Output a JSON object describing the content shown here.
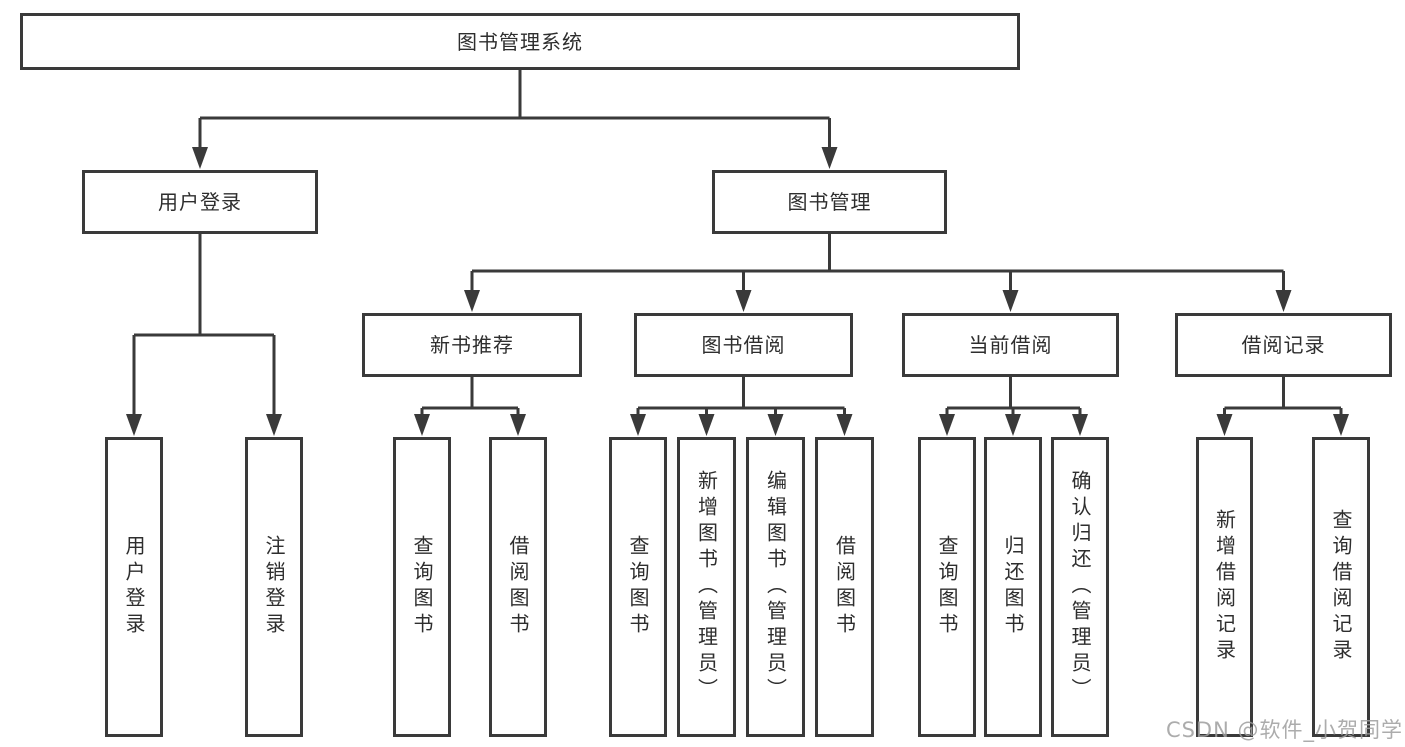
{
  "diagram": {
    "title": "图书管理系统",
    "type": "hierarchy",
    "nodes": [
      {
        "id": "root",
        "label": "图书管理系统",
        "parent": null,
        "orientation": "h"
      },
      {
        "id": "login",
        "label": "用户登录",
        "parent": "root",
        "orientation": "h"
      },
      {
        "id": "bookmgmt",
        "label": "图书管理",
        "parent": "root",
        "orientation": "h"
      },
      {
        "id": "newbook",
        "label": "新书推荐",
        "parent": "bookmgmt",
        "orientation": "h"
      },
      {
        "id": "borrow",
        "label": "图书借阅",
        "parent": "bookmgmt",
        "orientation": "h"
      },
      {
        "id": "current",
        "label": "当前借阅",
        "parent": "bookmgmt",
        "orientation": "h"
      },
      {
        "id": "records",
        "label": "借阅记录",
        "parent": "bookmgmt",
        "orientation": "h"
      },
      {
        "id": "user-login",
        "label": "用户登录",
        "parent": "login",
        "orientation": "v"
      },
      {
        "id": "logout",
        "label": "注销登录",
        "parent": "login",
        "orientation": "v"
      },
      {
        "id": "nb-query",
        "label": "查询图书",
        "parent": "newbook",
        "orientation": "v"
      },
      {
        "id": "nb-borrow",
        "label": "借阅图书",
        "parent": "newbook",
        "orientation": "v"
      },
      {
        "id": "bw-query",
        "label": "查询图书",
        "parent": "borrow",
        "orientation": "v"
      },
      {
        "id": "bw-add",
        "label": "新增图书（管理员）",
        "parent": "borrow",
        "orientation": "v"
      },
      {
        "id": "bw-edit",
        "label": "编辑图书（管理员）",
        "parent": "borrow",
        "orientation": "v"
      },
      {
        "id": "bw-borrow",
        "label": "借阅图书",
        "parent": "borrow",
        "orientation": "v"
      },
      {
        "id": "cur-query",
        "label": "查询图书",
        "parent": "current",
        "orientation": "v"
      },
      {
        "id": "cur-return",
        "label": "归还图书",
        "parent": "current",
        "orientation": "v"
      },
      {
        "id": "cur-confirm",
        "label": "确认归还（管理员）",
        "parent": "current",
        "orientation": "v"
      },
      {
        "id": "rec-add",
        "label": "新增借阅记录",
        "parent": "records",
        "orientation": "v"
      },
      {
        "id": "rec-query",
        "label": "查询借阅记录",
        "parent": "records",
        "orientation": "v"
      }
    ]
  },
  "colors": {
    "line": "#3a3a3a",
    "box_border": "#3a3a3a",
    "box_fill": "#ffffff",
    "text": "#2e2e2e",
    "watermark": "#9e9e9e",
    "background": "#ffffff"
  },
  "watermark": "CSDN @软件_小贺同学"
}
